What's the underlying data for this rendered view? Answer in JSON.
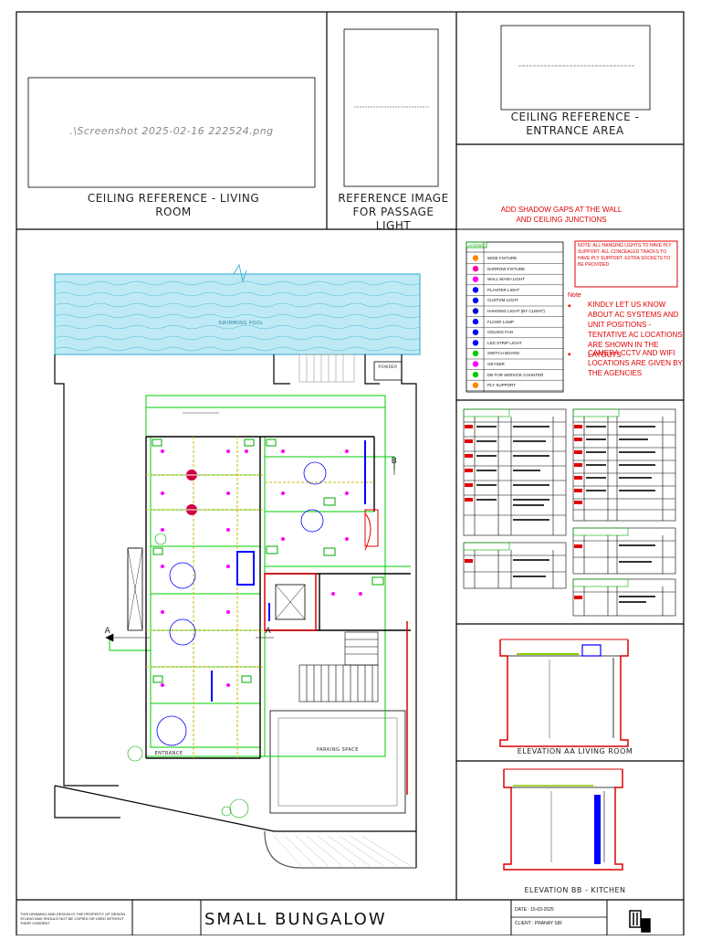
{
  "panels": {
    "living_room_caption": "CEILING REFERENCE - LIVING ROOM",
    "living_room_image_name": ".\\Screenshot 2025-02-16 222524.png",
    "passage_caption": "REFERENCE IMAGE FOR PASSAGE LIGHT",
    "entrance_caption": "CEILING REFERENCE - ENTRANCE AREA",
    "shadow_gap_note": "ADD SHADOW GAPS AT THE WALL AND CEILING JUNCTIONS",
    "elevation_aa_caption": "ELEVATION AA LIVING ROOM",
    "elevation_bb_caption": "ELEVATION BB - KITCHEN",
    "section_marker_a": "A",
    "section_marker_b": "B"
  },
  "notes": {
    "label": "Note",
    "kindly": "KINDLY LET US KNOW ABOUT AC SYSTEMS AND UNIT POSITIONS - TENTATIVE AC LOCATIONS ARE SHOWN IN THE LAYOUTS",
    "cctv": "CAMERA CCTV AND WIFI LOCATIONS ARE GIVEN BY THE AGENCIES",
    "box": "NOTE: ALL HANGING LIGHTS TO HAVE PLY SUPPORT. ALL CONCEALED TRACKS TO HAVE PLY SUPPORT. EXTRA SOCKETS TO BE PROVIDED"
  },
  "legend": {
    "heading": "LEGEND",
    "items": [
      {
        "symbol": "wide-fixture-icon",
        "label": "WIDE FIXTURE",
        "color": "#ff8800"
      },
      {
        "symbol": "narrow-fixture-icon",
        "label": "NARROW FIXTURE",
        "color": "#ff00aa"
      },
      {
        "symbol": "wall-wash-icon",
        "label": "WALL WASH LIGHT",
        "color": "#ff00ff"
      },
      {
        "symbol": "planter-light-icon",
        "label": "PLANTER LIGHT",
        "color": "#0000ff"
      },
      {
        "symbol": "custom-light-icon",
        "label": "CUSTOM LIGHT",
        "color": "#0000ff"
      },
      {
        "symbol": "hanging-light-icon",
        "label": "HANGING LIGHT (BY CLIENT)",
        "color": "#0000cc"
      },
      {
        "symbol": "floor-lamp-icon",
        "label": "FLOOR LAMP",
        "color": "#0000ff"
      },
      {
        "symbol": "ceiling-fan-icon",
        "label": "CEILING FAN",
        "color": "#0000ff"
      },
      {
        "symbol": "led-strip-icon",
        "label": "LED STRIP LIGHT",
        "color": "#0000ff"
      },
      {
        "symbol": "switch-board-icon",
        "label": "SWITCH BOARD",
        "color": "#00cc00"
      },
      {
        "symbol": "geyser-icon",
        "label": "GEYSER",
        "color": "#ff00ff"
      },
      {
        "symbol": "db-icon",
        "label": "DB FOR SERVICE COUNTER",
        "color": "#00cc00"
      },
      {
        "symbol": "ply-support-icon",
        "label": "PLY SUPPORT",
        "color": "#ff8800"
      }
    ]
  },
  "title_block": {
    "project": "SMALL BUNGALOW",
    "date": "DATE : 15-03-2025",
    "client": "CLIENT : PRANAY SIR",
    "copyright": "THIS DRAWING AND DESIGN IS THE PROPERTY OF DESIGN STUDIO AND SHOULD NOT BE COPIED OR USED WITHOUT THEIR CONSENT"
  },
  "plan_labels": {
    "pool": "SWIMMING POOL",
    "parking": "PARKING SPACE",
    "entrance": "ENTRANCE",
    "powder": "POWDER"
  },
  "colors": {
    "pool": "#5ec8e8",
    "green": "#00cc00",
    "red": "#e00000",
    "blue": "#0000ff",
    "magenta": "#ff00ff",
    "cyan": "#00cccc"
  }
}
